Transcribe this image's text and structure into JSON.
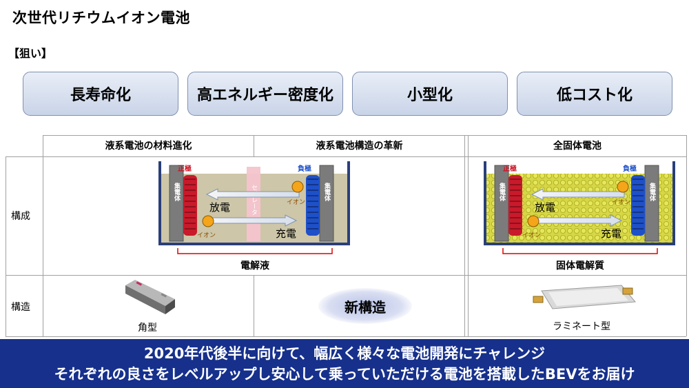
{
  "title": "次世代リチウムイオン電池",
  "aim_label": "【狙い】",
  "goals": [
    "長寿命化",
    "高エネルギー密度化",
    "小型化",
    "低コスト化"
  ],
  "table": {
    "headers": [
      "液系電池の材料進化",
      "液系電池構造の革新",
      "全固体電池"
    ],
    "row_labels": [
      "構成",
      "構造"
    ]
  },
  "liquid_diagram": {
    "positive": "正極",
    "negative": "負極",
    "collector": "集電体",
    "separator": "セパレータ",
    "ion": "イオン",
    "discharge": "放電",
    "charge": "充電",
    "electrolyte": "電解液"
  },
  "solid_diagram": {
    "positive": "正極",
    "negative": "負極",
    "collector": "集電体",
    "ion": "イオン",
    "discharge": "放電",
    "charge": "充電",
    "electrolyte": "固体電解質"
  },
  "structure": {
    "prismatic": "角型",
    "new": "新構造",
    "laminate": "ラミネート型"
  },
  "banner": {
    "line1": "2020年代後半に向けて、幅広く様々な電池開発にチャレンジ",
    "line2": "それぞれの良さをレベルアップし安心して乗っていただける電池を搭載したBEVをお届け"
  },
  "colors": {
    "banner": "#16308c",
    "cathode": "#cc1122",
    "anode": "#1e50c8",
    "liquid": "#cdc6a8",
    "solid": "#d8d84a",
    "ion": "#f5a51a"
  }
}
